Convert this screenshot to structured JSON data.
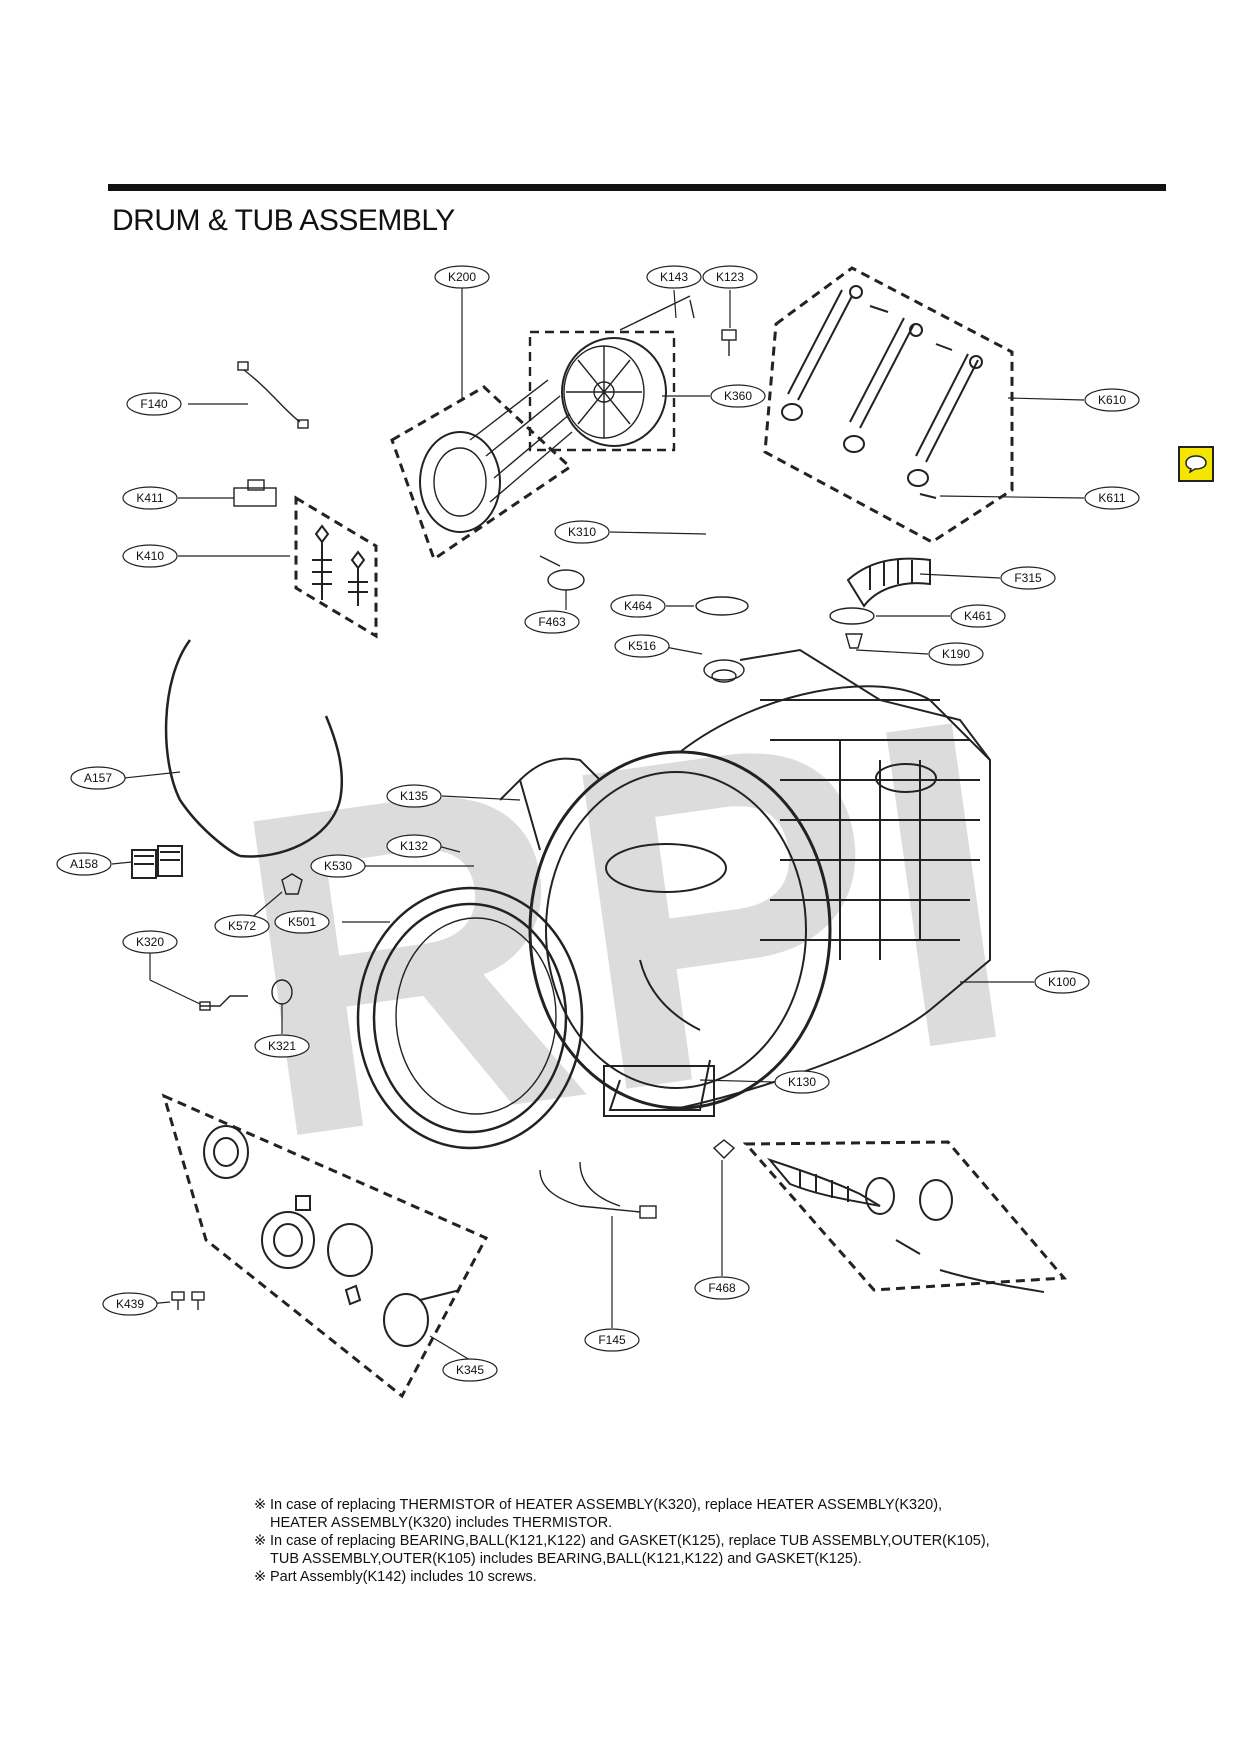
{
  "title": "DRUM & TUB ASSEMBLY",
  "watermark": "RPI",
  "callouts": [
    {
      "id": "k200",
      "label": "K200"
    },
    {
      "id": "k143",
      "label": "K143"
    },
    {
      "id": "k123",
      "label": "K123"
    },
    {
      "id": "f140",
      "label": "F140"
    },
    {
      "id": "k360",
      "label": "K360"
    },
    {
      "id": "k610",
      "label": "K610"
    },
    {
      "id": "k411",
      "label": "K411"
    },
    {
      "id": "k611",
      "label": "K611"
    },
    {
      "id": "k410",
      "label": "K410"
    },
    {
      "id": "k310",
      "label": "K310"
    },
    {
      "id": "f315",
      "label": "F315"
    },
    {
      "id": "k464",
      "label": "K464"
    },
    {
      "id": "k461",
      "label": "K461"
    },
    {
      "id": "f463",
      "label": "F463"
    },
    {
      "id": "k516",
      "label": "K516"
    },
    {
      "id": "k190",
      "label": "K190"
    },
    {
      "id": "a157",
      "label": "A157"
    },
    {
      "id": "k135",
      "label": "K135"
    },
    {
      "id": "a158",
      "label": "A158"
    },
    {
      "id": "k132",
      "label": "K132"
    },
    {
      "id": "k530",
      "label": "K530"
    },
    {
      "id": "k572",
      "label": "K572"
    },
    {
      "id": "k501",
      "label": "K501"
    },
    {
      "id": "k320",
      "label": "K320"
    },
    {
      "id": "k100",
      "label": "K100"
    },
    {
      "id": "k321",
      "label": "K321"
    },
    {
      "id": "k130",
      "label": "K130"
    },
    {
      "id": "k439",
      "label": "K439"
    },
    {
      "id": "f468",
      "label": "F468"
    },
    {
      "id": "f145",
      "label": "F145"
    },
    {
      "id": "k345",
      "label": "K345"
    }
  ],
  "notes": [
    {
      "mark": "※",
      "lines": [
        "In case of replacing THERMISTOR of HEATER ASSEMBLY(K320), replace HEATER ASSEMBLY(K320),",
        "HEATER ASSEMBLY(K320) includes THERMISTOR."
      ]
    },
    {
      "mark": "※",
      "lines": [
        "In case of replacing BEARING,BALL(K121,K122) and GASKET(K125), replace TUB ASSEMBLY,OUTER(K105),",
        "TUB ASSEMBLY,OUTER(K105) includes BEARING,BALL(K121,K122) and GASKET(K125)."
      ]
    },
    {
      "mark": "※",
      "lines": [
        "Part Assembly(K142) includes 10 screws."
      ]
    }
  ],
  "colors": {
    "comment_icon": "#f4e600",
    "watermark": "#d9d9d9",
    "ink": "#111111"
  },
  "icons": {
    "comment": "speech-bubble-icon"
  }
}
